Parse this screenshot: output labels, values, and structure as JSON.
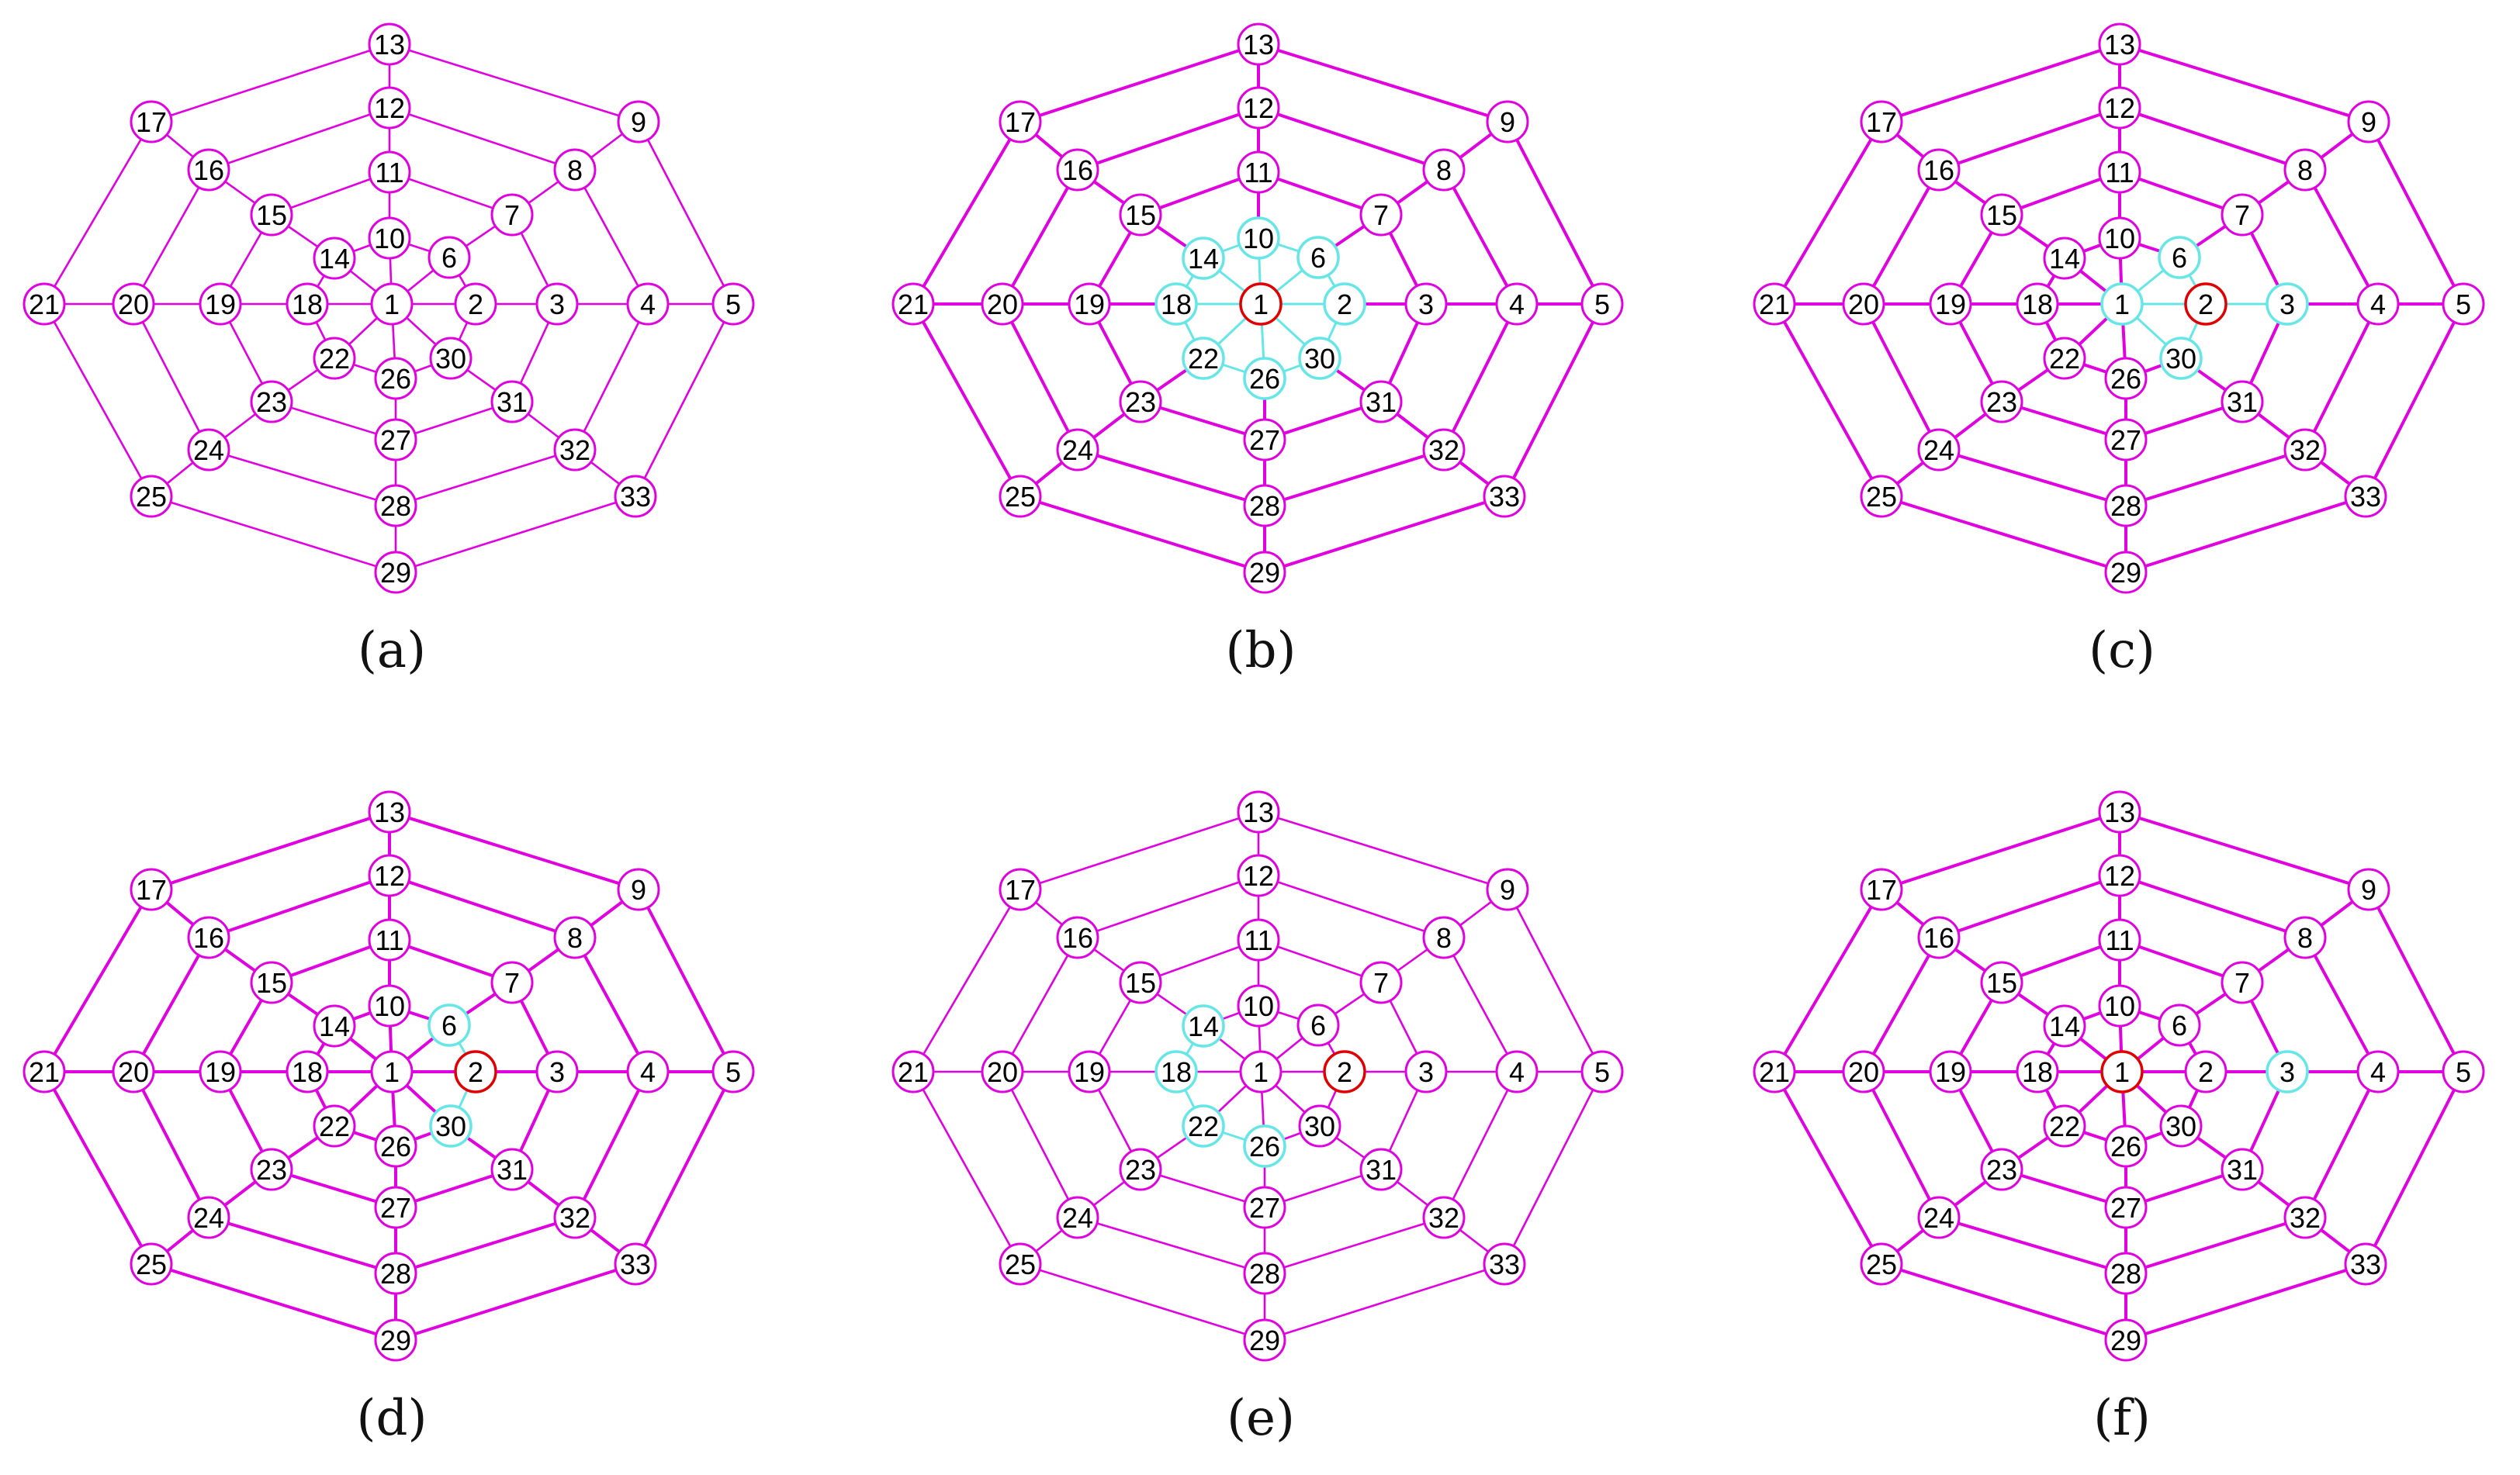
{
  "nodes": [
    {
      "id": "1"
    },
    {
      "id": "2"
    },
    {
      "id": "3"
    },
    {
      "id": "4"
    },
    {
      "id": "5"
    },
    {
      "id": "6"
    },
    {
      "id": "7"
    },
    {
      "id": "8"
    },
    {
      "id": "9"
    },
    {
      "id": "10"
    },
    {
      "id": "11"
    },
    {
      "id": "12"
    },
    {
      "id": "13"
    },
    {
      "id": "14"
    },
    {
      "id": "15"
    },
    {
      "id": "16"
    },
    {
      "id": "17"
    },
    {
      "id": "18"
    },
    {
      "id": "19"
    },
    {
      "id": "20"
    },
    {
      "id": "21"
    },
    {
      "id": "22"
    },
    {
      "id": "23"
    },
    {
      "id": "24"
    },
    {
      "id": "25"
    },
    {
      "id": "26"
    },
    {
      "id": "27"
    },
    {
      "id": "28"
    },
    {
      "id": "29"
    },
    {
      "id": "30"
    },
    {
      "id": "31"
    },
    {
      "id": "32"
    },
    {
      "id": "33"
    }
  ],
  "edges": [
    [
      "1",
      "2"
    ],
    [
      "1",
      "6"
    ],
    [
      "1",
      "10"
    ],
    [
      "1",
      "14"
    ],
    [
      "1",
      "18"
    ],
    [
      "1",
      "22"
    ],
    [
      "1",
      "26"
    ],
    [
      "1",
      "30"
    ],
    [
      "2",
      "6"
    ],
    [
      "6",
      "10"
    ],
    [
      "10",
      "14"
    ],
    [
      "14",
      "18"
    ],
    [
      "18",
      "22"
    ],
    [
      "22",
      "26"
    ],
    [
      "26",
      "30"
    ],
    [
      "30",
      "2"
    ],
    [
      "2",
      "3"
    ],
    [
      "6",
      "7"
    ],
    [
      "10",
      "11"
    ],
    [
      "14",
      "15"
    ],
    [
      "18",
      "19"
    ],
    [
      "22",
      "23"
    ],
    [
      "26",
      "27"
    ],
    [
      "30",
      "31"
    ],
    [
      "3",
      "7"
    ],
    [
      "7",
      "11"
    ],
    [
      "11",
      "15"
    ],
    [
      "15",
      "19"
    ],
    [
      "19",
      "23"
    ],
    [
      "23",
      "27"
    ],
    [
      "27",
      "31"
    ],
    [
      "31",
      "3"
    ],
    [
      "3",
      "4"
    ],
    [
      "7",
      "8"
    ],
    [
      "11",
      "12"
    ],
    [
      "15",
      "16"
    ],
    [
      "19",
      "20"
    ],
    [
      "23",
      "24"
    ],
    [
      "27",
      "28"
    ],
    [
      "31",
      "32"
    ],
    [
      "4",
      "8"
    ],
    [
      "8",
      "12"
    ],
    [
      "12",
      "16"
    ],
    [
      "16",
      "20"
    ],
    [
      "20",
      "24"
    ],
    [
      "24",
      "28"
    ],
    [
      "28",
      "32"
    ],
    [
      "32",
      "4"
    ],
    [
      "4",
      "5"
    ],
    [
      "8",
      "9"
    ],
    [
      "12",
      "13"
    ],
    [
      "16",
      "17"
    ],
    [
      "20",
      "21"
    ],
    [
      "24",
      "25"
    ],
    [
      "28",
      "29"
    ],
    [
      "32",
      "33"
    ],
    [
      "5",
      "9"
    ],
    [
      "9",
      "13"
    ],
    [
      "13",
      "17"
    ],
    [
      "17",
      "21"
    ],
    [
      "21",
      "25"
    ],
    [
      "25",
      "29"
    ],
    [
      "29",
      "33"
    ],
    [
      "33",
      "5"
    ]
  ],
  "colors": {
    "normal": "#e000e0",
    "selected": "#e00000",
    "neighbor": "#66e6e6",
    "label": "#000000"
  },
  "panels": [
    {
      "label": "(a)",
      "letter": "a",
      "thick_edges": false,
      "selected": [],
      "neighbors": []
    },
    {
      "label": "(b)",
      "letter": "b",
      "thick_edges": true,
      "selected": [
        "1"
      ],
      "neighbors": [
        "2",
        "6",
        "10",
        "14",
        "18",
        "22",
        "26",
        "30"
      ]
    },
    {
      "label": "(c)",
      "letter": "c",
      "thick_edges": true,
      "selected": [
        "2"
      ],
      "neighbors": [
        "1",
        "3",
        "6",
        "30"
      ]
    },
    {
      "label": "(d)",
      "letter": "d",
      "thick_edges": true,
      "selected": [
        "2"
      ],
      "neighbors": [
        "6",
        "30"
      ]
    },
    {
      "label": "(e)",
      "letter": "e",
      "thick_edges": false,
      "selected": [
        "2"
      ],
      "neighbors": [
        "14",
        "18",
        "22",
        "26"
      ]
    },
    {
      "label": "(f)",
      "letter": "f",
      "thick_edges": true,
      "selected": [
        "1"
      ],
      "neighbors": [
        "3"
      ]
    }
  ]
}
